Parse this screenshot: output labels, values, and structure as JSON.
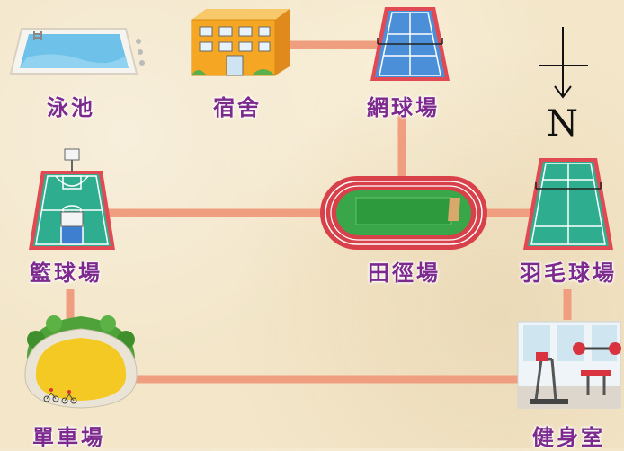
{
  "locations": {
    "pool": "泳池",
    "dorm": "宿舍",
    "tennis": "網球場",
    "basketball": "籃球場",
    "track": "田徑場",
    "badminton": "羽毛球場",
    "bike": "單車場",
    "gym": "健身室"
  },
  "compass": {
    "north_label": "N"
  },
  "colors": {
    "path": "#ef9f80",
    "label": "#7d2a8e",
    "court_teal": "#2fae8f",
    "court_blue": "#3f7fd0",
    "court_border": "#d2323f"
  }
}
